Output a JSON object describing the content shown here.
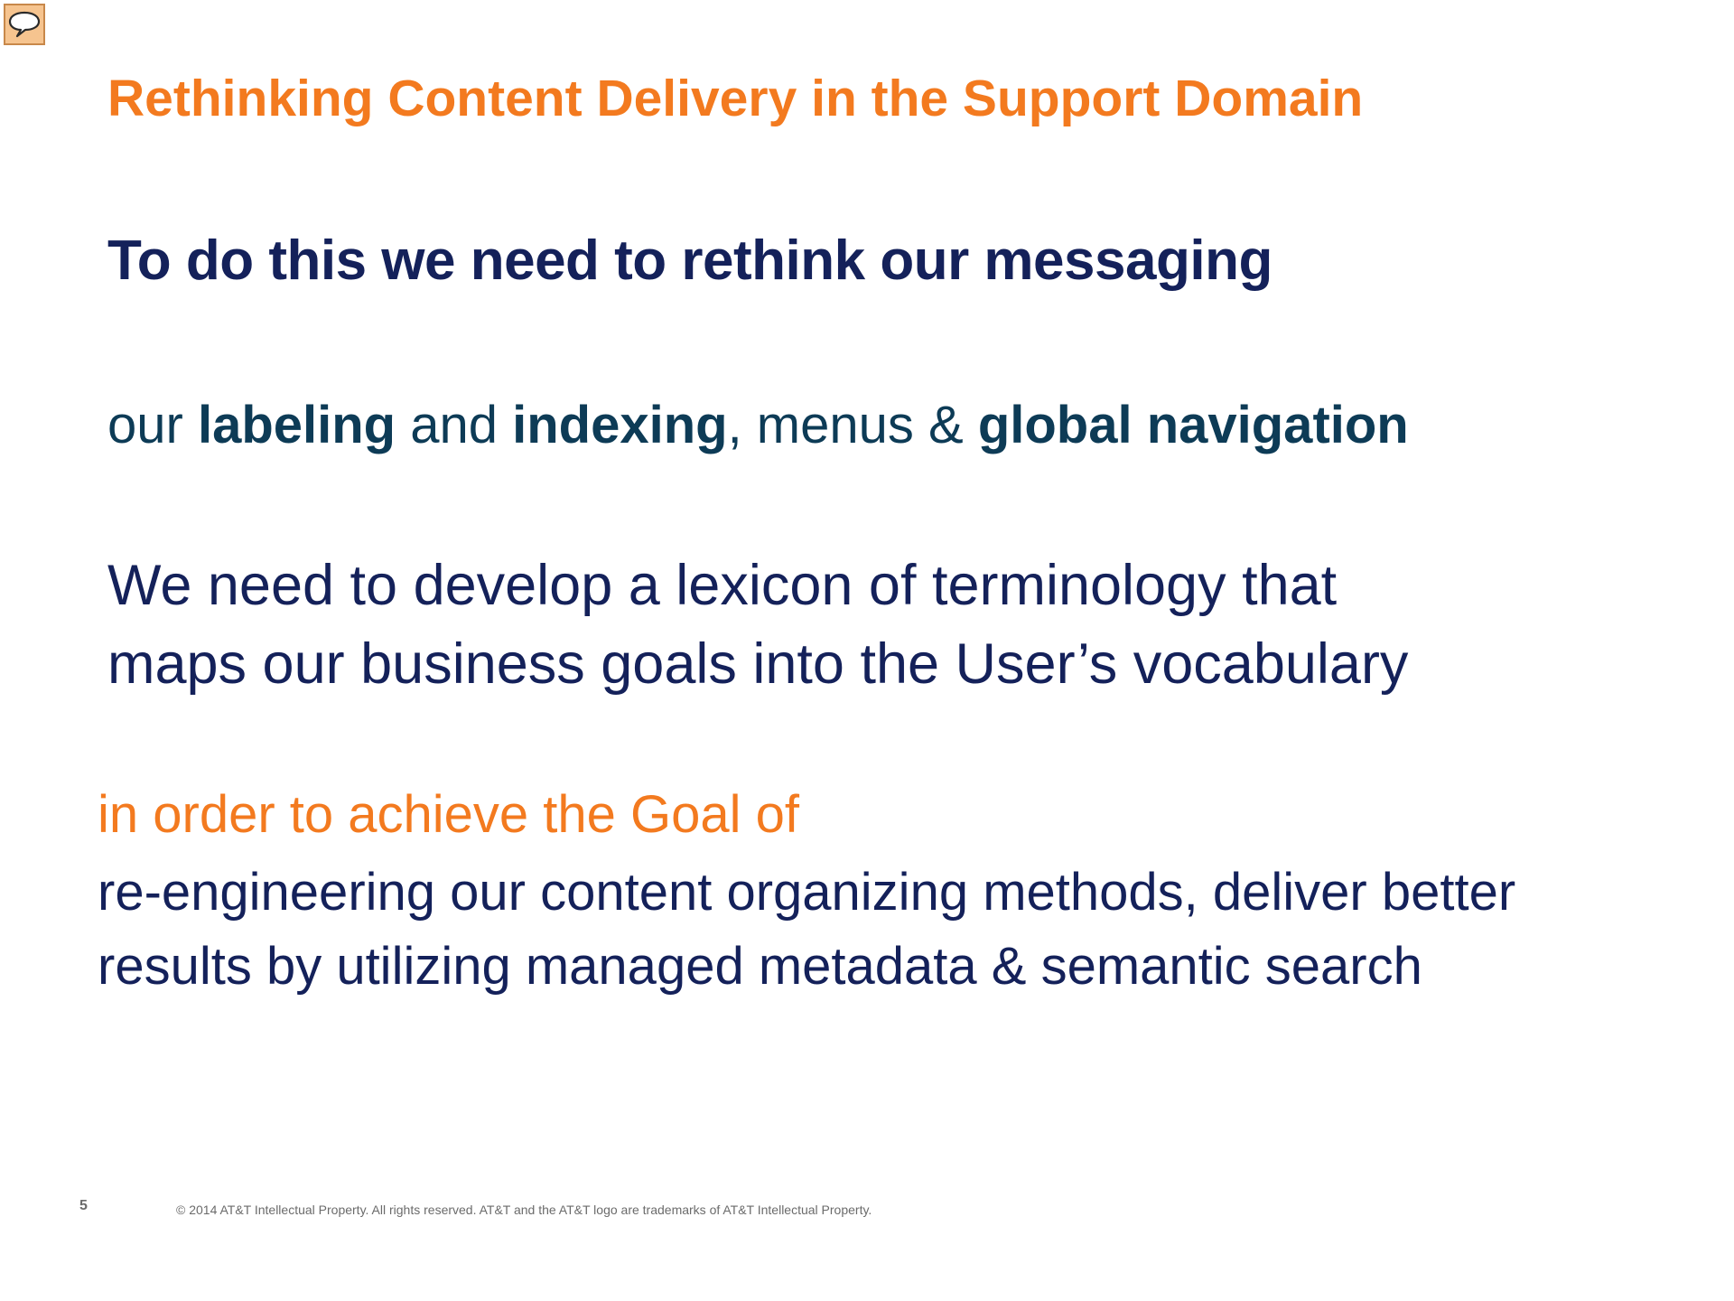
{
  "slide": {
    "title": "Rethinking Content Delivery in the Support Domain",
    "heading": "To do this we need to rethink our messaging",
    "line3": {
      "part1": "our ",
      "bold1": "labeling",
      "part2": " and ",
      "bold2": "indexing",
      "part3": ", menus & ",
      "bold3": "global navigation"
    },
    "lexicon_lines": [
      "We need to develop a lexicon of terminology that",
      "maps our business goals into the User’s vocabulary"
    ],
    "goal_label": "in order to achieve the Goal of",
    "goal_lines": [
      "re-engineering our content organizing methods, deliver better",
      "results by utilizing managed metadata & semantic search"
    ],
    "page_number": "5",
    "copyright": "© 2014 AT&T Intellectual Property. All rights reserved. AT&T and the AT&T logo are trademarks of AT&T Intellectual Property."
  },
  "icons": {
    "comment": "comment-icon"
  },
  "colors": {
    "accent_orange": "#f37a1f",
    "navy": "#14215a",
    "teal_navy": "#0d3b56"
  }
}
